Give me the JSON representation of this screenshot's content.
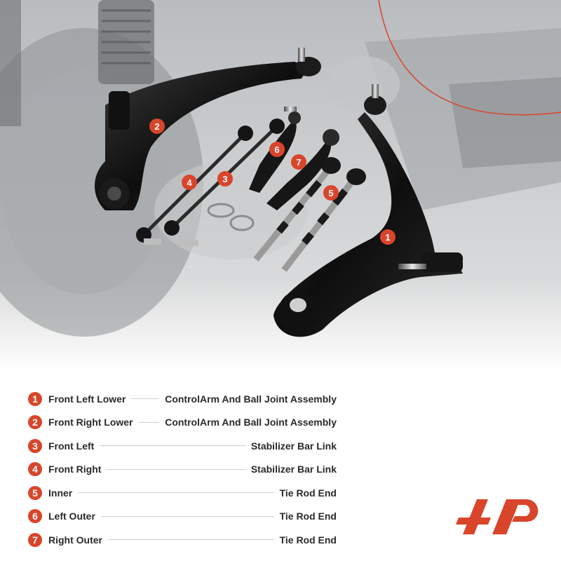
{
  "legend": [
    {
      "num": "1",
      "left": "Front Left Lower",
      "right": "ControlArm And Ball Joint Assembly"
    },
    {
      "num": "2",
      "left": "Front Right Lower",
      "right": "ControlArm And Ball Joint Assembly"
    },
    {
      "num": "3",
      "left": "Front Left",
      "right": "Stabilizer Bar Link"
    },
    {
      "num": "4",
      "left": "Front Right",
      "right": "Stabilizer Bar Link"
    },
    {
      "num": "5",
      "left": "Inner",
      "right": "Tie Rod End"
    },
    {
      "num": "6",
      "left": "Left Outer",
      "right": "Tie Rod End"
    },
    {
      "num": "7",
      "left": "Right Outer",
      "right": "Tie Rod End"
    }
  ],
  "callouts": {
    "c1": "1",
    "c2": "2",
    "c3": "3",
    "c4": "4",
    "c5": "5",
    "c6": "6",
    "c7": "7"
  },
  "colors": {
    "accent": "#d9452b",
    "text": "#2a2a2a",
    "part": "#151515"
  }
}
